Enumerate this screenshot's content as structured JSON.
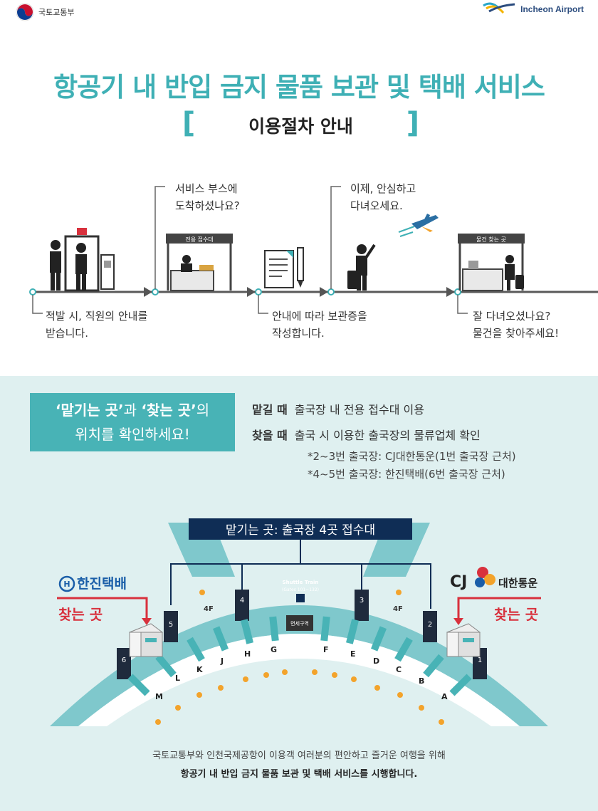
{
  "header": {
    "ministry_name": "국토교통부",
    "airport_name": "Incheon Airport"
  },
  "title": "항공기 내 반입 금지 물품 보관 및 택배 서비스",
  "subtitle": "이용절차 안내",
  "steps": {
    "s1": [
      "적발 시, 직원의 안내를",
      "받습니다."
    ],
    "s2": [
      "서비스 부스에",
      "도착하셨나요?"
    ],
    "s3": [
      "안내에 따라 보관증을",
      "작성합니다."
    ],
    "s4": [
      "이제, 안심하고",
      "다녀오세요."
    ],
    "s5": [
      "잘 다녀오셨나요?",
      "물건을 찾아주세요!"
    ]
  },
  "booth_labels": {
    "reception": "전용 접수대",
    "pickup": "물건 찾는 곳"
  },
  "location_box": {
    "line1_q1": "‘맡기는 곳’",
    "line1_mid": "과 ",
    "line1_q2": "‘찾는 곳’",
    "line1_end": "의",
    "line2": "위치를 확인하세요!"
  },
  "info": {
    "drop_key": "맡길 때",
    "drop_val": "출국장 내 전용 접수대 이용",
    "pick_key": "찾을 때",
    "pick_val": "출국 시 이용한 출국장의 물류업체 확인",
    "note1": "*2~3번 출국장: CJ대한통운(1번 출국장 근처)",
    "note2": "*4~5번 출국장: 한진택배(6번 출국장 근처)"
  },
  "map": {
    "banner": "맡기는 곳: 출국장 4곳 접수대",
    "hanjin": "한진택배",
    "cj_mark": "CJ",
    "cj_name": "대한통운",
    "pickup_left": "찾는 곳",
    "pickup_right": "찾는 곳",
    "shuttle_title": "Shuttle Train",
    "shuttle_sub": "(Gates 101~132)",
    "duty_free": "면세구역",
    "floor_left": "4F",
    "floor_right": "4F",
    "gate_numbers": [
      "6",
      "5",
      "4",
      "3",
      "2",
      "1"
    ],
    "zones": [
      "M",
      "L",
      "K",
      "J",
      "H",
      "G",
      "F",
      "E",
      "D",
      "C",
      "B",
      "A"
    ]
  },
  "footer": {
    "line1": "국토교통부와 인천국제공항이 이용객 여러분의 편안하고 즐거운 여행을 위해",
    "line2": "항공기 내 반입 금지 물품 보관 및 택배 서비스를 시행합니다."
  },
  "colors": {
    "teal": "#3fb0b5",
    "navy": "#0f2d55",
    "red": "#d8313d",
    "orange": "#f3a32b"
  }
}
